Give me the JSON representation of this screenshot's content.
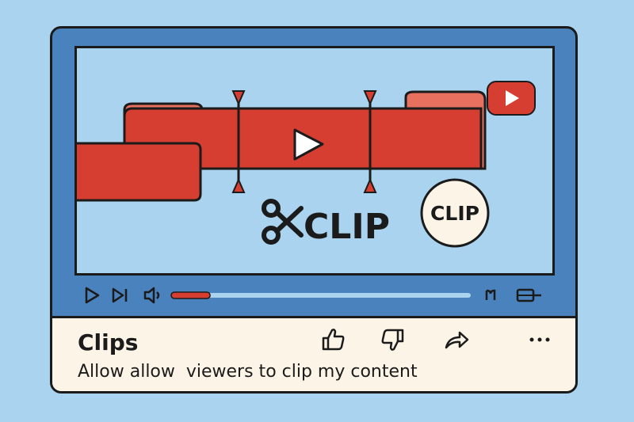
{
  "player": {
    "overlay_clip_text": "CLIP",
    "badge_text": "CLIP",
    "progress_fraction": 0.13
  },
  "video": {
    "title": "Clips",
    "description": "Allow allow  viewers to clip my content"
  },
  "actions": [
    "like",
    "dislike",
    "share",
    "more"
  ],
  "colors": {
    "accent_red": "#d63e31",
    "frame_blue": "#4a82bd",
    "background_blue": "#a9d3ee",
    "panel_cream": "#fcf4e6"
  }
}
